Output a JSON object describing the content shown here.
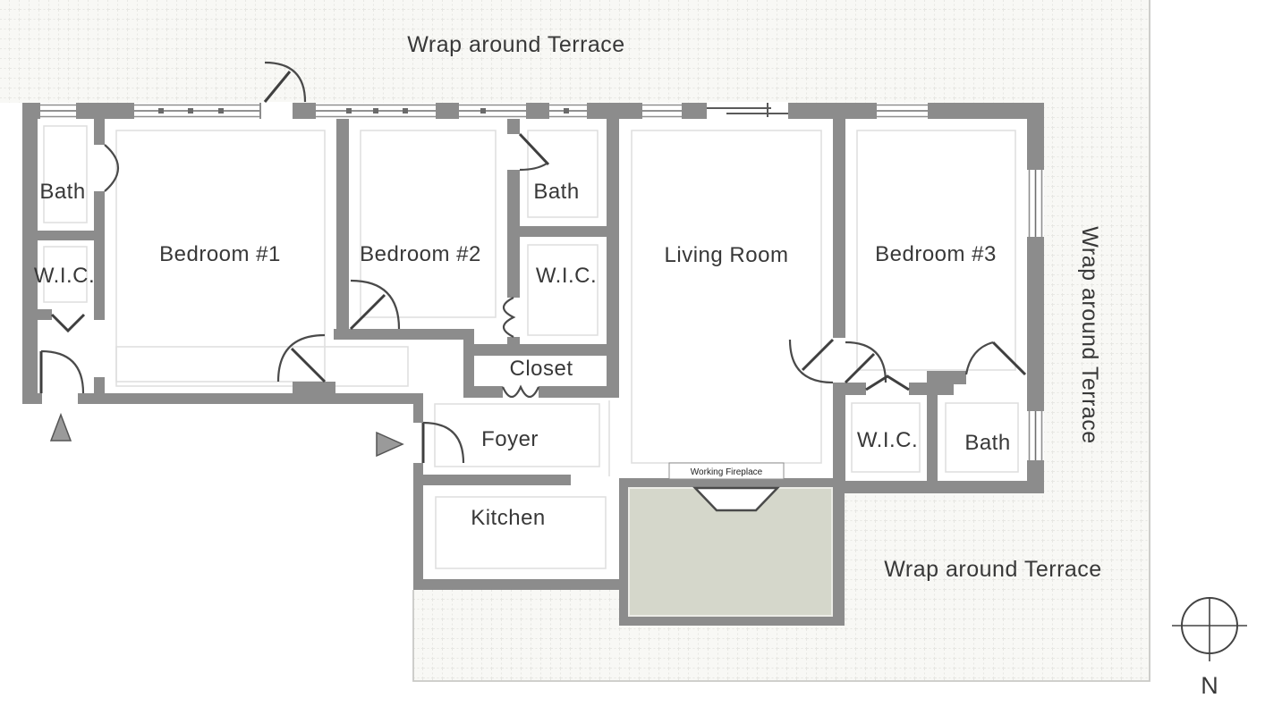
{
  "labels": {
    "terrace_top": "Wrap around Terrace",
    "terrace_right": "Wrap around Terrace",
    "terrace_bottom": "Wrap around Terrace",
    "bath1": "Bath",
    "wic1": "W.I.C.",
    "bedroom1": "Bedroom #1",
    "bedroom2": "Bedroom #2",
    "bath2": "Bath",
    "wic2": "W.I.C.",
    "closet": "Closet",
    "living_room": "Living Room",
    "bedroom3": "Bedroom #3",
    "wic3": "W.I.C.",
    "bath3": "Bath",
    "foyer": "Foyer",
    "kitchen": "Kitchen",
    "fireplace": "Working Fireplace",
    "north": "N"
  },
  "colors": {
    "wall": "#8c8c8c",
    "terrace_background": "#f8f8f5",
    "terrace_grid_line": "#e7e7e3",
    "terrace_border": "#c9c9c6",
    "patio_fill": "#d5d7cb",
    "room_fill": "#ffffff",
    "label_text": "#383838"
  }
}
